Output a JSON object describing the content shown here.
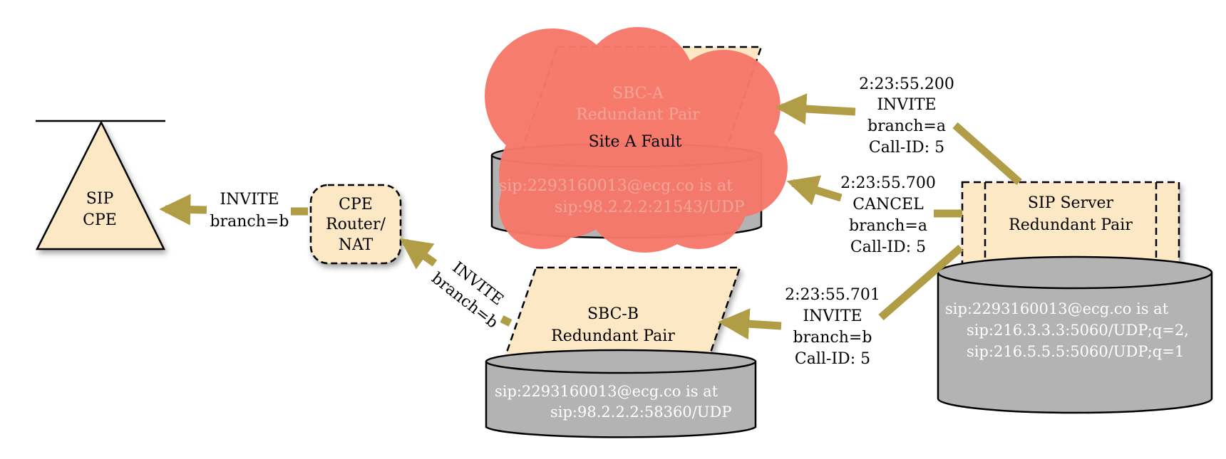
{
  "colors": {
    "node_fill": "#fce8c4",
    "database_fill": "#b3b3b3",
    "arrow": "#b19d45",
    "fault_cloud": "#f6786b"
  },
  "nodes": {
    "sip_cpe": {
      "line1": "SIP",
      "line2": "CPE"
    },
    "cpe_router": {
      "line1": "CPE",
      "line2": "Router/",
      "line3": "NAT"
    },
    "sbc_a": {
      "line1": "SBC-A",
      "line2": "Redundant Pair"
    },
    "sbc_a_db": {
      "line1": "sip:2293160013@ecg.co is at",
      "line2": "sip:98.2.2.2:21543/UDP"
    },
    "fault": {
      "label": "Site A Fault"
    },
    "sbc_b": {
      "line1": "SBC-B",
      "line2": "Redundant Pair"
    },
    "sbc_b_db": {
      "line1": "sip:2293160013@ecg.co is at",
      "line2": "sip:98.2.2.2:58360/UDP"
    },
    "sip_server": {
      "line1": "SIP Server",
      "line2": "Redundant Pair"
    },
    "sip_server_db": {
      "line1": "sip:2293160013@ecg.co is at",
      "line2": "sip:216.3.3.3:5060/UDP;q=2,",
      "line3": "sip:216.5.5.5:5060/UDP;q=1"
    }
  },
  "messages": {
    "invite_to_cpe": {
      "line1": "INVITE",
      "line2": "branch=b"
    },
    "invite_to_router": {
      "line1": "INVITE",
      "line2": "branch=b"
    },
    "invite_a": {
      "time": "2:23:55.200",
      "method": "INVITE",
      "branch": "branch=a",
      "callid": "Call-ID: 5"
    },
    "cancel_a": {
      "time": "2:23:55.700",
      "method": "CANCEL",
      "branch": "branch=a",
      "callid": "Call-ID: 5"
    },
    "invite_b": {
      "time": "2:23:55.701",
      "method": "INVITE",
      "branch": "branch=b",
      "callid": "Call-ID: 5"
    }
  }
}
